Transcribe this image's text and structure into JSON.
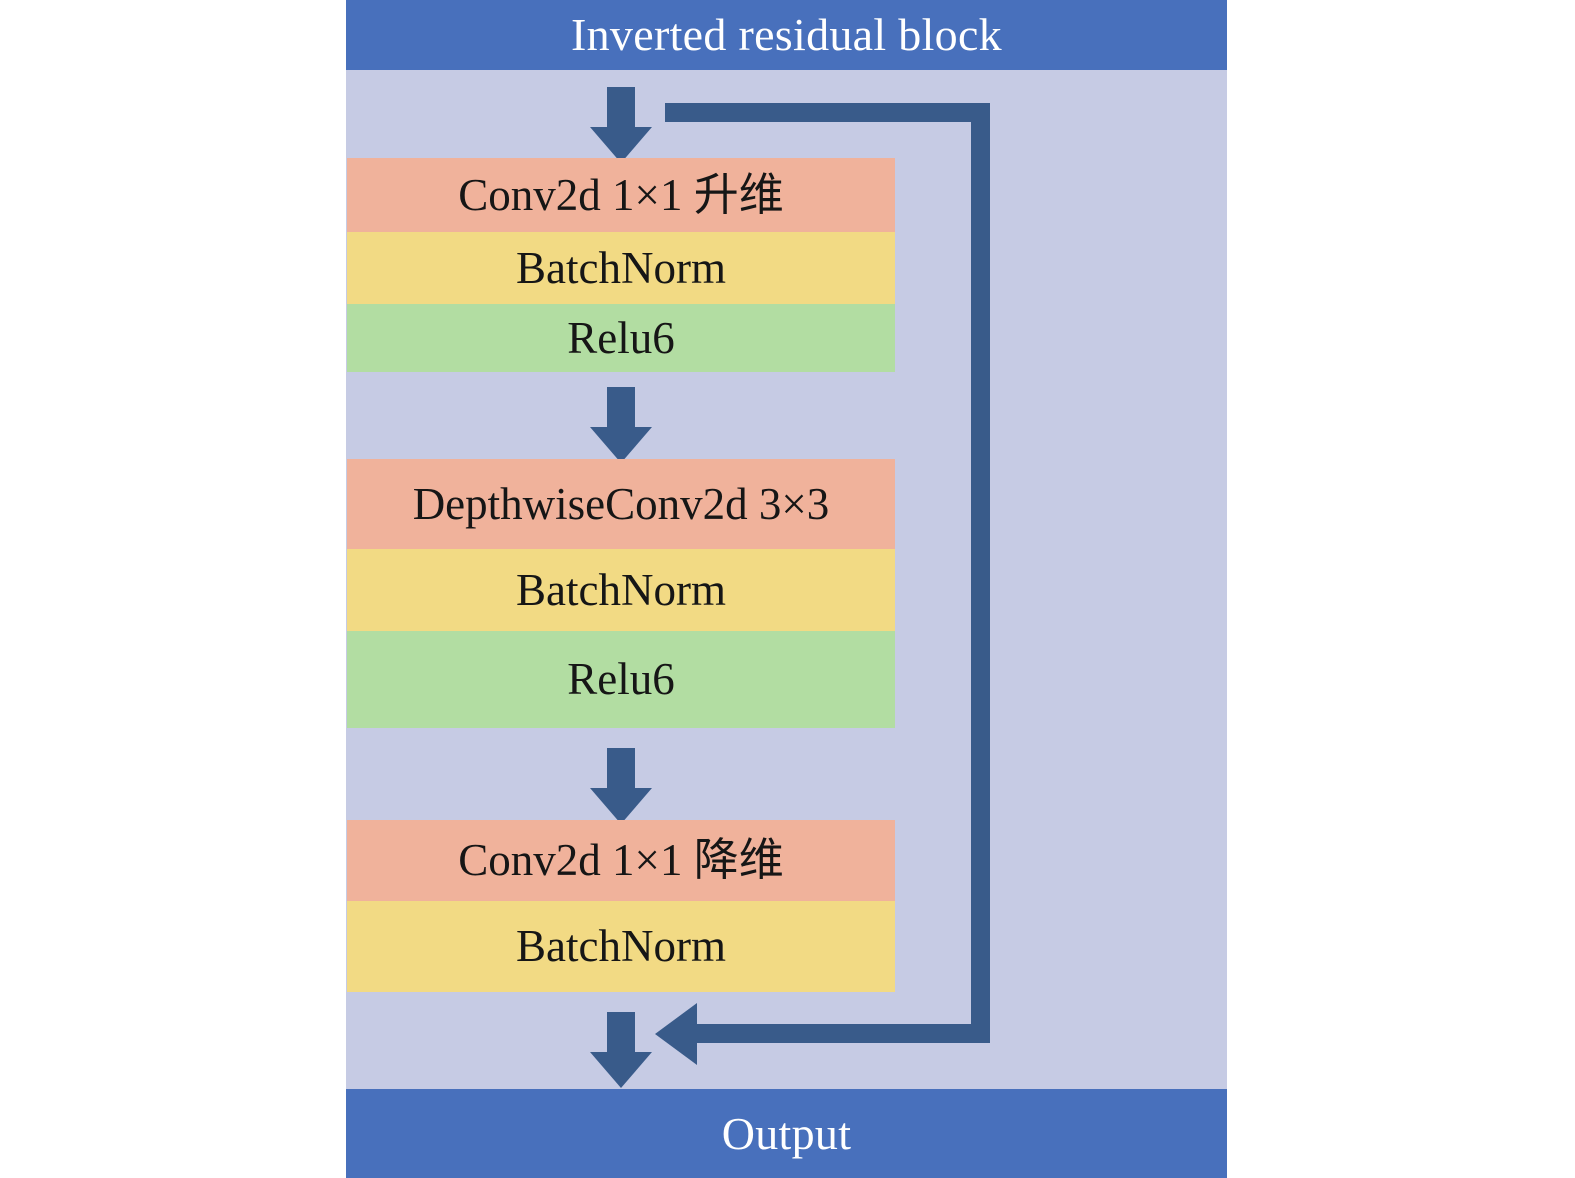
{
  "diagram": {
    "title": "Inverted residual block",
    "output_label": "Output",
    "colors": {
      "panel_background": "#c6cbe4",
      "header_bar": "#4870bc",
      "conv_layer": "#f0b29b",
      "batchnorm_layer": "#f2da84",
      "activation_layer": "#b2dda2",
      "arrow": "#395b8a",
      "text_dark": "#161616",
      "text_light": "#ffffff"
    },
    "groups": [
      {
        "name": "expansion-group",
        "layers": [
          {
            "label": "Conv2d 1×1 升维",
            "kind": "conv"
          },
          {
            "label": "BatchNorm",
            "kind": "batchnorm"
          },
          {
            "label": "Relu6",
            "kind": "activation"
          }
        ]
      },
      {
        "name": "depthwise-group",
        "layers": [
          {
            "label": "DepthwiseConv2d 3×3",
            "kind": "conv"
          },
          {
            "label": "BatchNorm",
            "kind": "batchnorm"
          },
          {
            "label": "Relu6",
            "kind": "activation"
          }
        ]
      },
      {
        "name": "projection-group",
        "layers": [
          {
            "label": "Conv2d 1×1 降维",
            "kind": "conv"
          },
          {
            "label": "BatchNorm",
            "kind": "batchnorm"
          }
        ]
      }
    ],
    "connections": [
      {
        "name": "input-arrow",
        "direction": "down"
      },
      {
        "name": "expansion-to-depthwise-arrow",
        "direction": "down"
      },
      {
        "name": "depthwise-to-projection-arrow",
        "direction": "down"
      },
      {
        "name": "projection-to-output-arrow",
        "direction": "down"
      },
      {
        "name": "residual-skip-connection",
        "direction": "right-down-left"
      }
    ]
  }
}
